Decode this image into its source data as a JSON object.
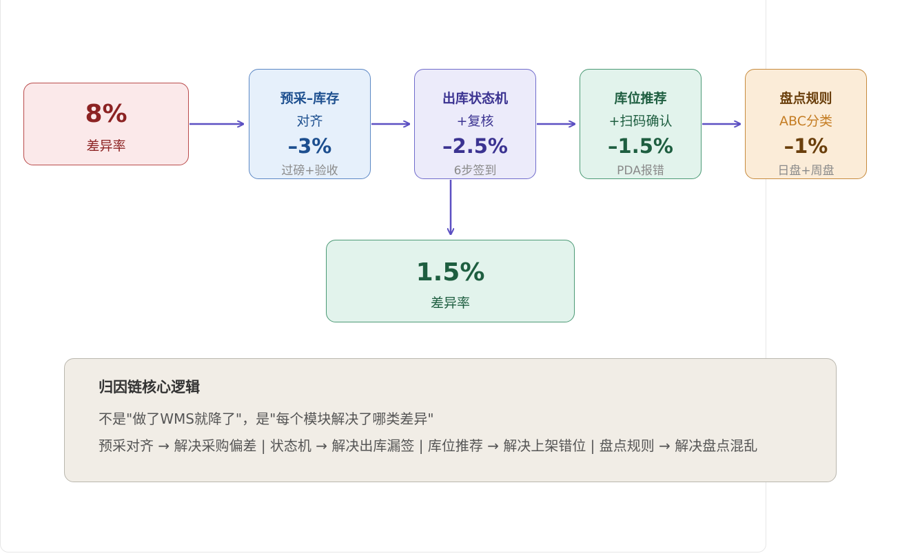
{
  "start": {
    "value": "8%",
    "label": "差异率"
  },
  "steps": [
    {
      "title": "预采–库存",
      "subtitle": "对齐",
      "delta": "–3%",
      "note": "过磅+验收"
    },
    {
      "title": "出库状态机",
      "subtitle": "+复核",
      "delta": "–2.5%",
      "note": "6步签到"
    },
    {
      "title": "库位推荐",
      "subtitle": "+扫码确认",
      "delta": "–1.5%",
      "note": "PDA报错"
    },
    {
      "title": "盘点规则",
      "subtitle": "ABC分类",
      "delta": "–1%",
      "note": "日盘+周盘"
    }
  ],
  "result": {
    "value": "1.5%",
    "label": "差异率"
  },
  "note": {
    "title": "归因链核心逻辑",
    "line1": "不是\"做了WMS就降了\"，是\"每个模块解决了哪类差异\"",
    "line2": "预采对齐 → 解决采购偏差 | 状态机 → 解决出库漏签 | 库位推荐 → 解决上架错位 | 盘点规则 → 解决盘点混乱"
  },
  "colors": {
    "arrow": "#5b4fc2",
    "start": "#8c2323",
    "step1": "#1d4f8f",
    "step2": "#3b3391",
    "step3": "#1e5e40",
    "step4": "#6a3f0c",
    "result": "#1e5e40"
  }
}
